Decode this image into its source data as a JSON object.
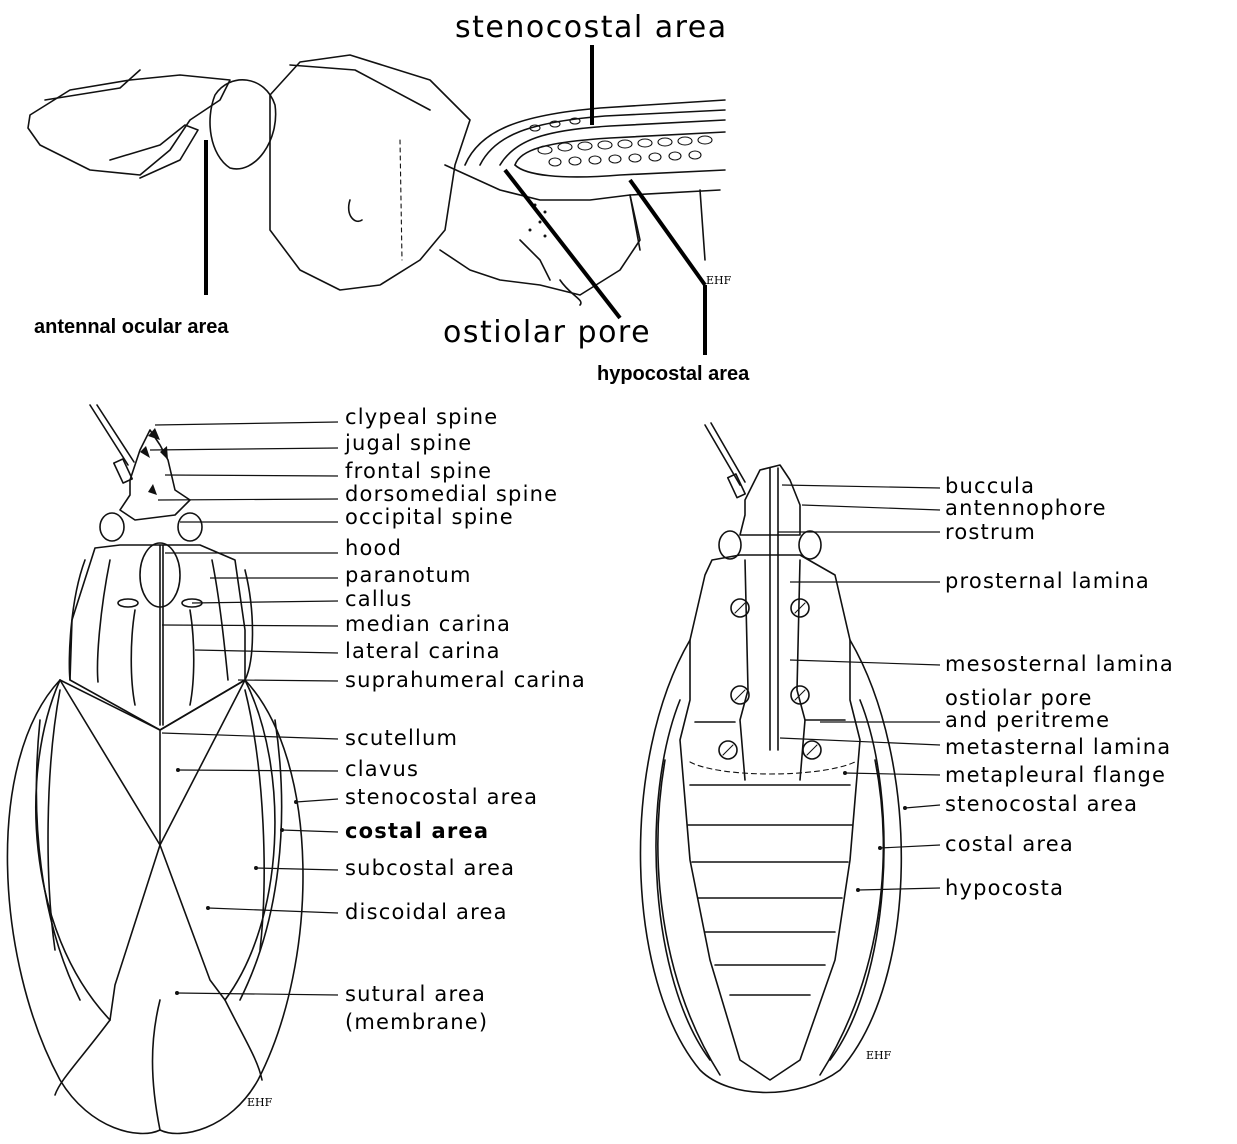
{
  "lateral_view": {
    "labels": {
      "stenocostal_area": "stenocostal area",
      "antennal_ocular_area": "antennal ocular area",
      "ostiolar_pore": "ostiolar pore",
      "hypocostal_area": "hypocostal area"
    },
    "signature": "EHF"
  },
  "dorsal_view": {
    "labels": [
      "clypeal spine",
      "jugal spine",
      "frontal spine",
      "dorsomedial spine",
      "occipital spine",
      "hood",
      "paranotum",
      "callus",
      "median carina",
      "lateral carina",
      "suprahumeral carina",
      "scutellum",
      "clavus",
      "stenocostal area",
      "costal area",
      "subcostal area",
      "discoidal area",
      "sutural area",
      "(membrane)"
    ],
    "signature": "EHF"
  },
  "ventral_view": {
    "labels": [
      "buccula",
      "antennophore",
      "rostrum",
      "prosternal lamina",
      "mesosternal lamina",
      "ostiolar pore",
      "and peritreme",
      "metasternal lamina",
      "metapleural flange",
      "stenocostal area",
      "costal area",
      "hypocosta"
    ],
    "signature": "EHF"
  }
}
